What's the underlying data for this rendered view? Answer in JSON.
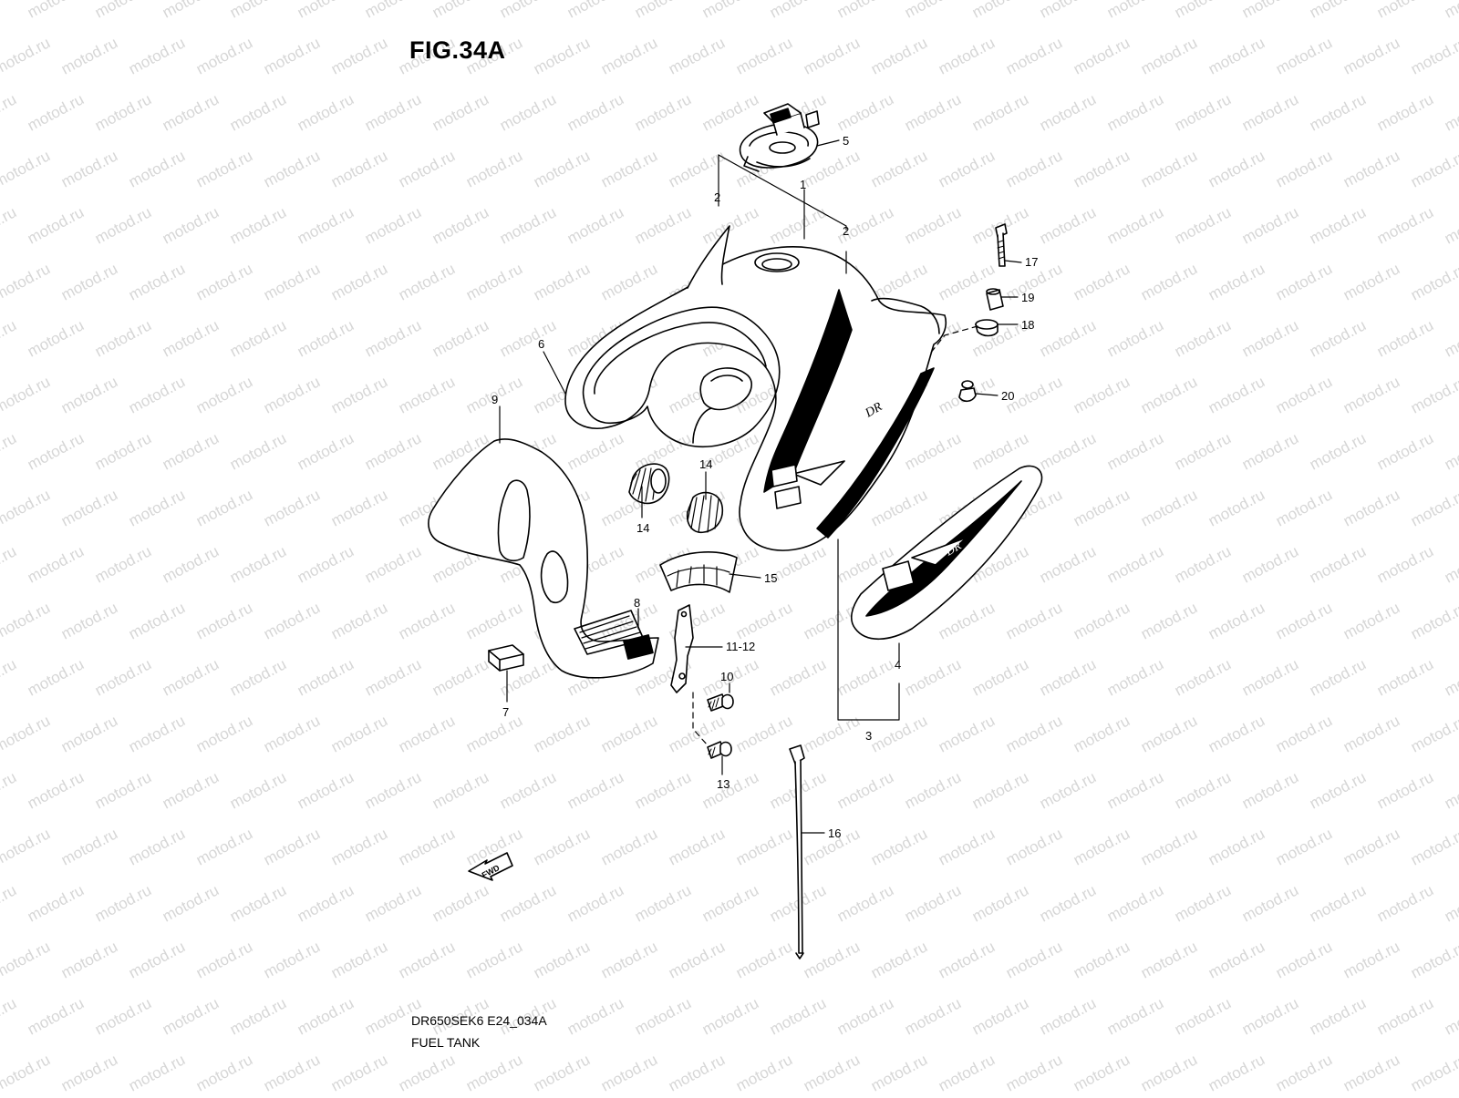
{
  "figure": {
    "title": "FIG.34A",
    "code": "DR650SEK6 E24_034A",
    "name": "FUEL TANK"
  },
  "watermark": {
    "text": "motod.ru",
    "color": "#d6d6d6"
  },
  "fwd_label": "FWD",
  "callouts": {
    "c1": "1",
    "c2a": "2",
    "c2b": "2",
    "c3": "3",
    "c4": "4",
    "c5": "5",
    "c6": "6",
    "c7": "7",
    "c8": "8",
    "c9": "9",
    "c10": "10",
    "c11": "11-12",
    "c13": "13",
    "c14a": "14",
    "c14b": "14",
    "c15": "15",
    "c16": "16",
    "c17": "17",
    "c18": "18",
    "c19": "19",
    "c20": "20"
  },
  "parts": [
    {
      "id": "fuel-tank",
      "icon": "fuel-tank-icon"
    },
    {
      "id": "fuel-tank-cap",
      "icon": "fuel-cap-icon"
    },
    {
      "id": "tank-emblem",
      "icon": "emblem-decal-icon"
    },
    {
      "id": "tank-cushion",
      "icon": "cushion-icon"
    },
    {
      "id": "tank-side-cover",
      "icon": "side-cover-icon"
    },
    {
      "id": "bracket",
      "icon": "bracket-icon"
    },
    {
      "id": "bolts",
      "icon": "bolt-icon"
    },
    {
      "id": "cable-tie",
      "icon": "cable-tie-icon"
    }
  ]
}
